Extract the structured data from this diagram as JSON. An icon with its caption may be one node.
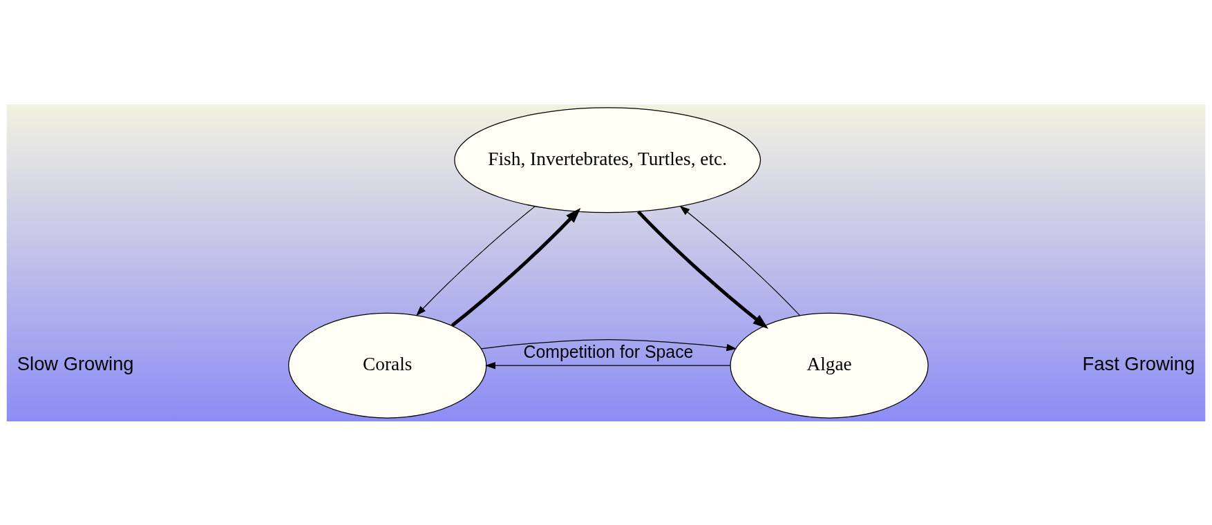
{
  "diagram": {
    "nodes": [
      {
        "text": [
          "Fish, Invertebrates, Turtles, etc."
        ]
      },
      {
        "text": [
          "Corals"
        ]
      },
      {
        "text": [
          "Algae"
        ]
      }
    ],
    "edges": [
      {
        "from": 1,
        "to": 0,
        "arrow": "to",
        "style": "thick"
      },
      {
        "from": 0,
        "to": 1,
        "arrow": "to"
      },
      {
        "from": 0,
        "to": 2,
        "arrow": "to",
        "style": "thick"
      },
      {
        "from": 2,
        "to": 0,
        "arrow": "to"
      },
      {
        "from": 1,
        "to": 2,
        "arrow": "to"
      },
      {
        "from": 2,
        "to": 1,
        "arrow": "to",
        "label": "Competition for Space"
      }
    ],
    "labels": [
      "Slow Growing",
      "Fast Growing"
    ]
  }
}
